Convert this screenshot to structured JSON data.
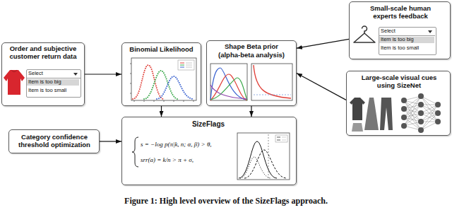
{
  "diagram": {
    "caption": "Figure 1: High level overview of the SizeFlags approach.",
    "nodes": [
      {
        "text": [
          "Order and subjective customer return data"
        ]
      },
      {
        "text": [
          "Select",
          "Item is too big",
          "Item is too small"
        ],
        "in": 0
      },
      {
        "text": [
          "Binomial Likelihood"
        ]
      },
      {
        "text": [
          "Shape Beta prior",
          "(alpha-beta analysis)"
        ]
      },
      {
        "text": [
          "Small-scale human experts feedback"
        ]
      },
      {
        "text": [
          "Select",
          "Item is too big",
          "Item is too small"
        ],
        "in": 4
      },
      {
        "text": [
          "Large-scale visual cues using SizeNet"
        ]
      },
      {
        "text": [
          "Category confidence threshold optimization"
        ]
      },
      {
        "text": [
          "SizeFlags",
          "s = −log p(π|k, n; α, β) > θ,",
          "srr(a) = k/n > π + σ,"
        ]
      }
    ],
    "edges": [
      {
        "from": 0,
        "to": 2,
        "arrow": "to"
      },
      {
        "from": 2,
        "to": 8,
        "arrow": "to"
      },
      {
        "from": 3,
        "to": 8,
        "arrow": "to"
      },
      {
        "from": 4,
        "to": 3,
        "arrow": "to"
      },
      {
        "from": 6,
        "to": 3,
        "arrow": "to"
      },
      {
        "from": 7,
        "to": 8,
        "arrow": "to"
      }
    ]
  }
}
